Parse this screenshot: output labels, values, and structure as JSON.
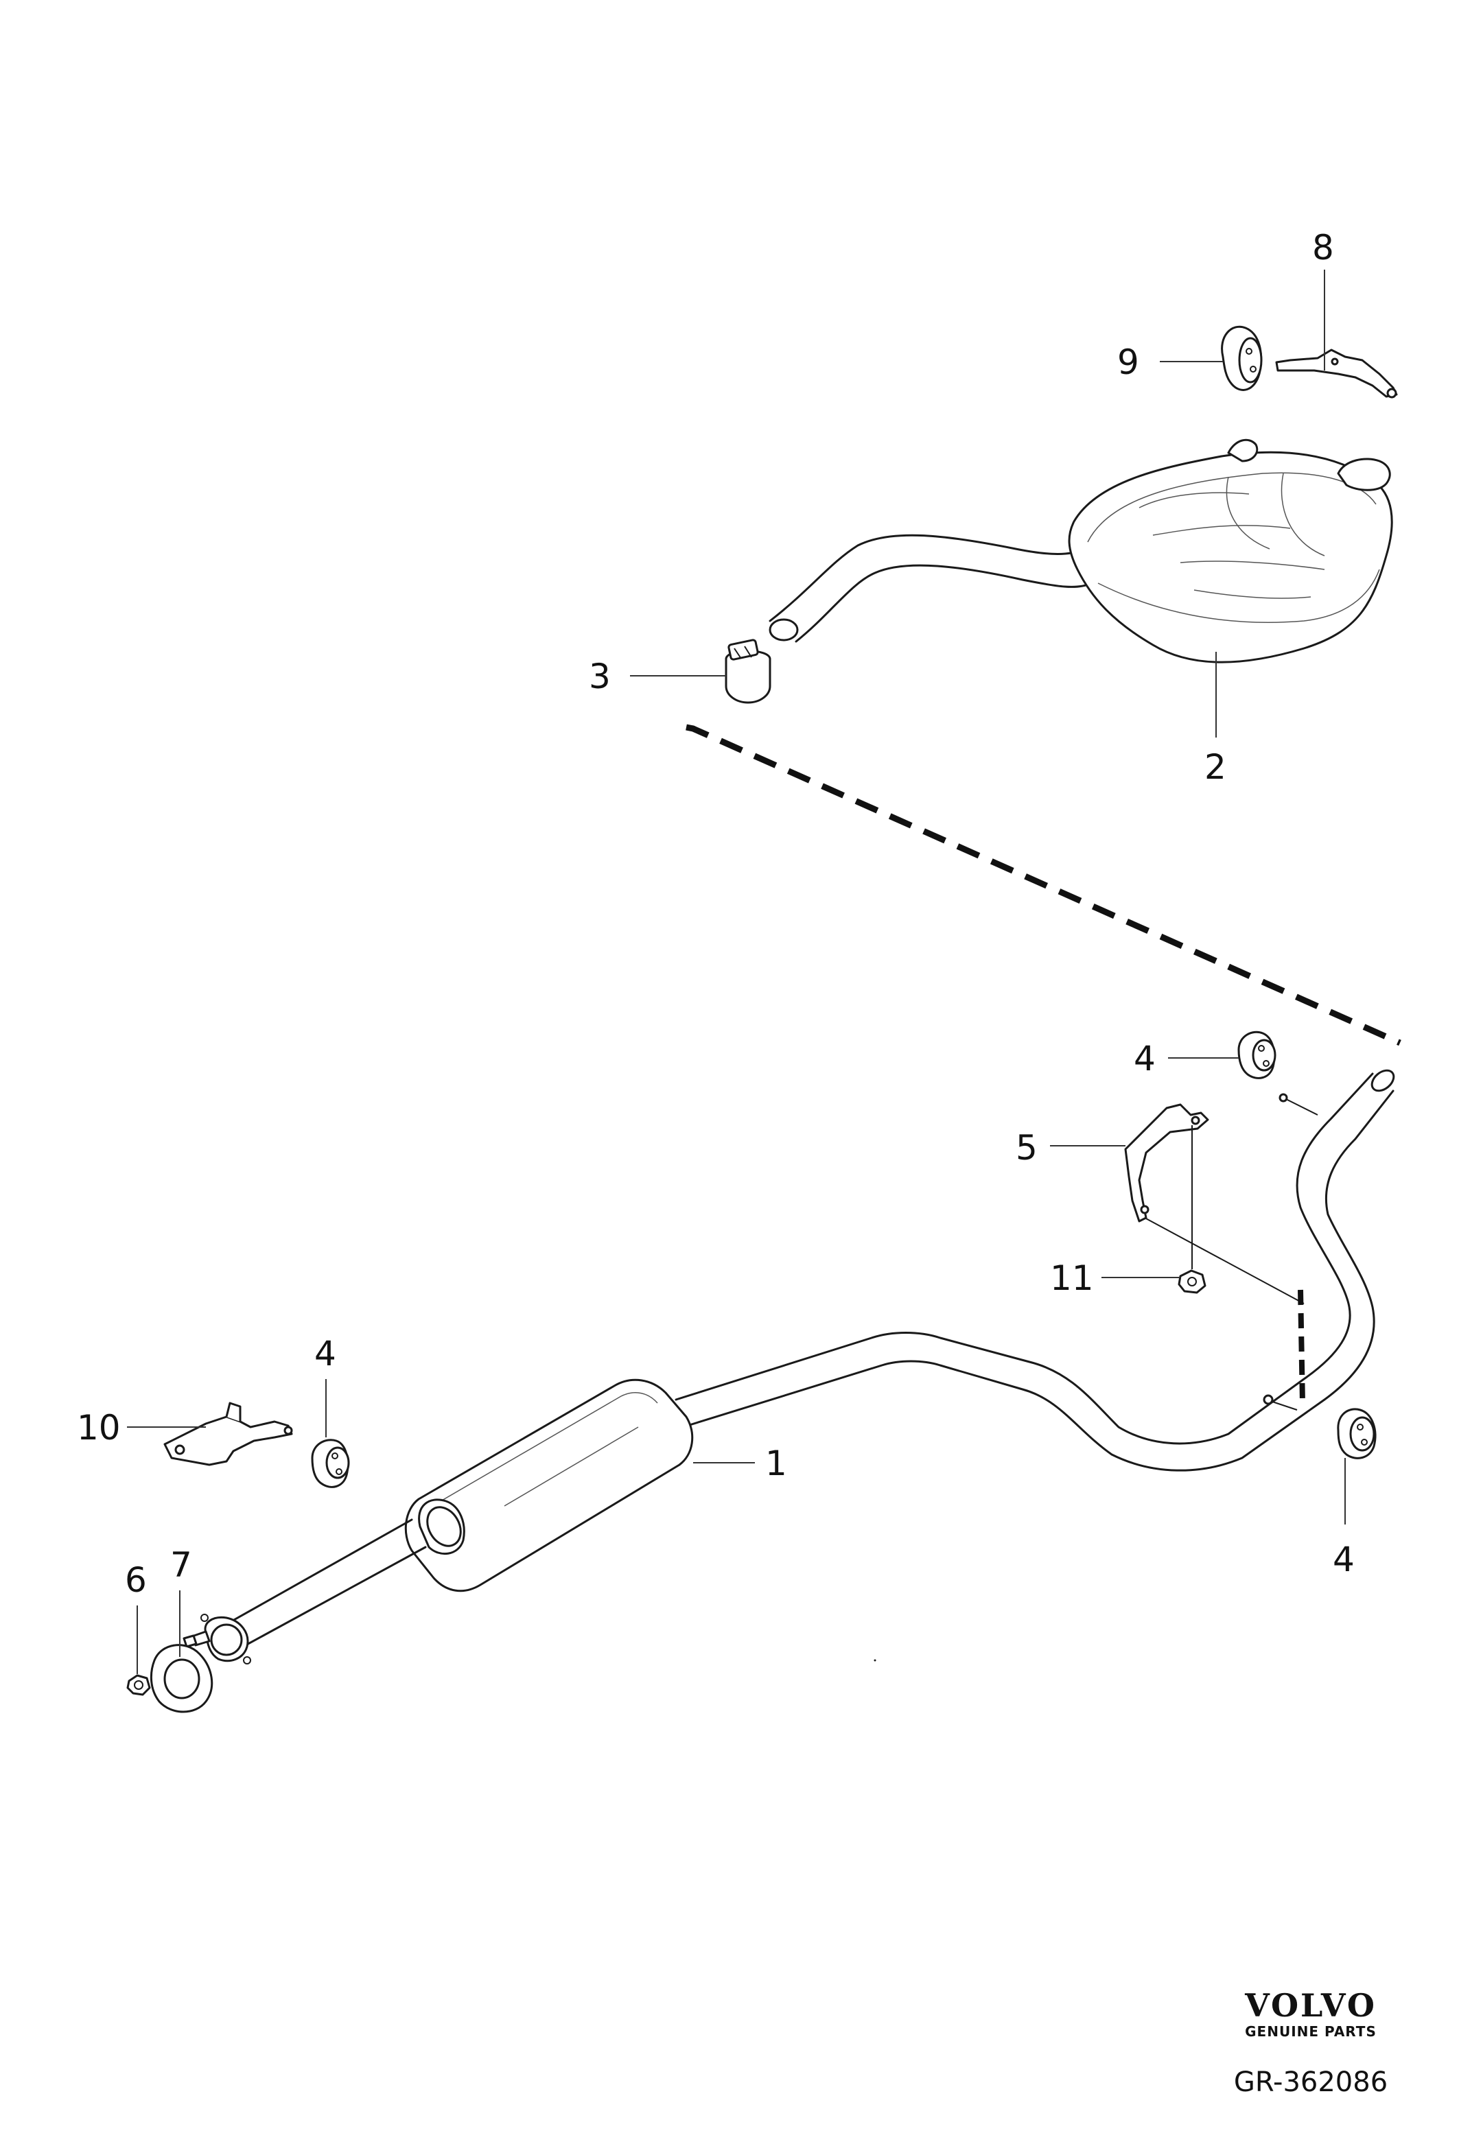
{
  "diagram": {
    "callouts": {
      "c1": "1",
      "c2": "2",
      "c3": "3",
      "c4a": "4",
      "c4b": "4",
      "c4c": "4",
      "c5": "5",
      "c6": "6",
      "c7": "7",
      "c8": "8",
      "c9": "9",
      "c10": "10",
      "c11": "11"
    }
  },
  "brand": {
    "name": "VOLVO",
    "subtitle": "GENUINE PARTS"
  },
  "reference": "GR-362086"
}
